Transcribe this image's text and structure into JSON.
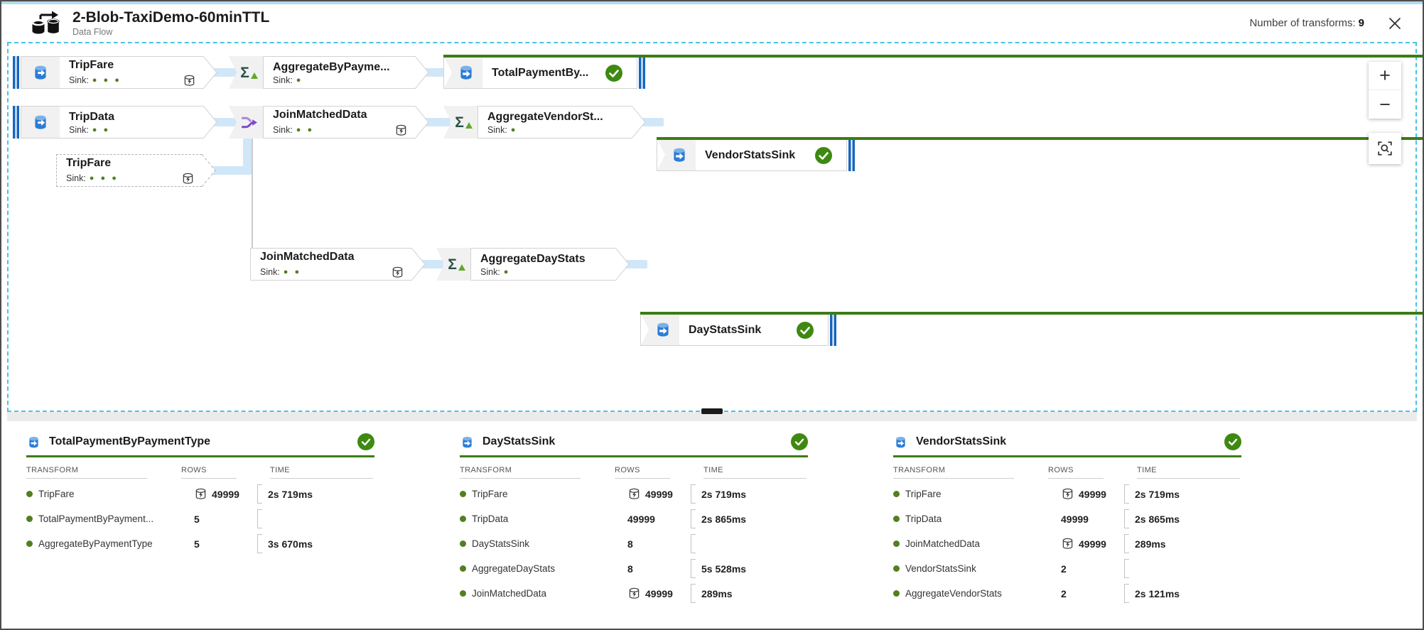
{
  "header": {
    "title": "2-Blob-TaxiDemo-60minTTL",
    "subtitle": "Data Flow",
    "transforms_label": "Number of transforms:",
    "transforms_count": "9"
  },
  "icons": {
    "zoom_in": "+",
    "zoom_out": "−",
    "aggregate_glyph": "Σ"
  },
  "colors": {
    "accent_blue": "#1766c0",
    "green": "#3c7c15",
    "check_green": "#3f8912",
    "connector_blue": "#cfe7f8",
    "canvas_border": "#4ac2e5",
    "join_purple": "#8659cf"
  },
  "flow": {
    "sink_label": "Sink:",
    "nodes": {
      "trip_fare_1": {
        "title": "TripFare",
        "dots": "● ● ●"
      },
      "aggregate_by_payment": {
        "title": "AggregateByPayme...",
        "dots": "●"
      },
      "total_payment_sink": {
        "title": "TotalPaymentBy..."
      },
      "trip_data": {
        "title": "TripData",
        "dots": "● ●"
      },
      "join_matched_1": {
        "title": "JoinMatchedData",
        "dots": "● ●"
      },
      "aggregate_vendor": {
        "title": "AggregateVendorSt...",
        "dots": "●"
      },
      "vendor_stats_sink": {
        "title": "VendorStatsSink"
      },
      "trip_fare_2": {
        "title": "TripFare",
        "dots": "● ● ●"
      },
      "join_matched_2": {
        "title": "JoinMatchedData",
        "dots": "● ●"
      },
      "aggregate_day": {
        "title": "AggregateDayStats",
        "dots": "●"
      },
      "day_stats_sink": {
        "title": "DayStatsSink"
      }
    }
  },
  "tables": [
    {
      "title": "TotalPaymentByPaymentType",
      "columns": {
        "transform": "TRANSFORM",
        "rows": "ROWS",
        "time": "TIME"
      },
      "rows": [
        {
          "name": "TripFare",
          "cached": true,
          "rows": "49999",
          "time": "2s 719ms"
        },
        {
          "name": "TotalPaymentByPayment...",
          "cached": false,
          "rows": "5",
          "time": ""
        },
        {
          "name": "AggregateByPaymentType",
          "cached": false,
          "rows": "5",
          "time": "3s 670ms"
        }
      ]
    },
    {
      "title": "DayStatsSink",
      "columns": {
        "transform": "TRANSFORM",
        "rows": "ROWS",
        "time": "TIME"
      },
      "rows": [
        {
          "name": "TripFare",
          "cached": true,
          "rows": "49999",
          "time": "2s 719ms"
        },
        {
          "name": "TripData",
          "cached": false,
          "rows": "49999",
          "time": "2s 865ms"
        },
        {
          "name": "DayStatsSink",
          "cached": false,
          "rows": "8",
          "time": ""
        },
        {
          "name": "AggregateDayStats",
          "cached": false,
          "rows": "8",
          "time": "5s 528ms"
        },
        {
          "name": "JoinMatchedData",
          "cached": true,
          "rows": "49999",
          "time": "289ms"
        }
      ]
    },
    {
      "title": "VendorStatsSink",
      "columns": {
        "transform": "TRANSFORM",
        "rows": "ROWS",
        "time": "TIME"
      },
      "rows": [
        {
          "name": "TripFare",
          "cached": true,
          "rows": "49999",
          "time": "2s 719ms"
        },
        {
          "name": "TripData",
          "cached": false,
          "rows": "49999",
          "time": "2s 865ms"
        },
        {
          "name": "JoinMatchedData",
          "cached": true,
          "rows": "49999",
          "time": "289ms"
        },
        {
          "name": "VendorStatsSink",
          "cached": false,
          "rows": "2",
          "time": ""
        },
        {
          "name": "AggregateVendorStats",
          "cached": false,
          "rows": "2",
          "time": "2s 121ms"
        }
      ]
    }
  ]
}
